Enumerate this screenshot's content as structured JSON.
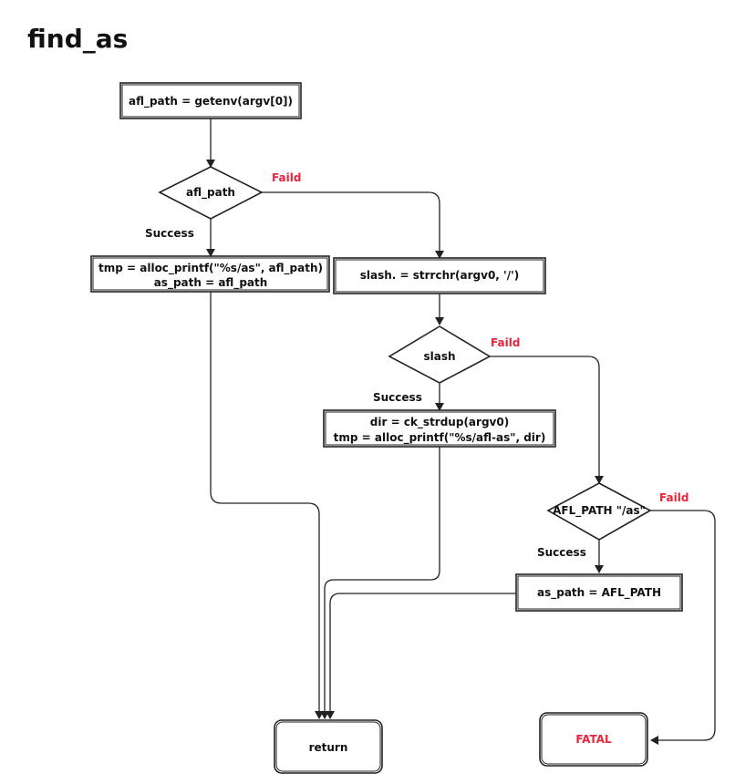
{
  "title": "find_as",
  "colors": {
    "stroke": "#222222",
    "fail_label": "#e8253d",
    "fatal_text": "#e8253d"
  },
  "nodes": {
    "getenv": {
      "lines": [
        "afl_path = getenv(argv[0])"
      ]
    },
    "check_afl_path": {
      "lines": [
        "afl_path"
      ]
    },
    "alloc_as": {
      "lines": [
        "tmp = alloc_printf(\"%s/as\", afl_path)",
        "as_path = afl_path"
      ]
    },
    "strrchr": {
      "lines": [
        "slash. = strrchr(argv0, '/')"
      ]
    },
    "check_slash": {
      "lines": [
        "slash"
      ]
    },
    "alloc_afl_as": {
      "lines": [
        "dir = ck_strdup(argv0)",
        "tmp = alloc_printf(\"%s/afl-as\", dir)"
      ]
    },
    "check_afl_path_env": {
      "lines": [
        "AFL_PATH \"/as\""
      ]
    },
    "set_as_path": {
      "lines": [
        "as_path = AFL_PATH"
      ]
    },
    "return": {
      "lines": [
        "return"
      ]
    },
    "fatal": {
      "lines": [
        "FATAL"
      ]
    }
  },
  "edge_labels": {
    "afl_path_success": "Success",
    "afl_path_fail": "Faild",
    "slash_success": "Success",
    "slash_fail": "Faild",
    "afl_env_success": "Success",
    "afl_env_fail": "Faild"
  }
}
